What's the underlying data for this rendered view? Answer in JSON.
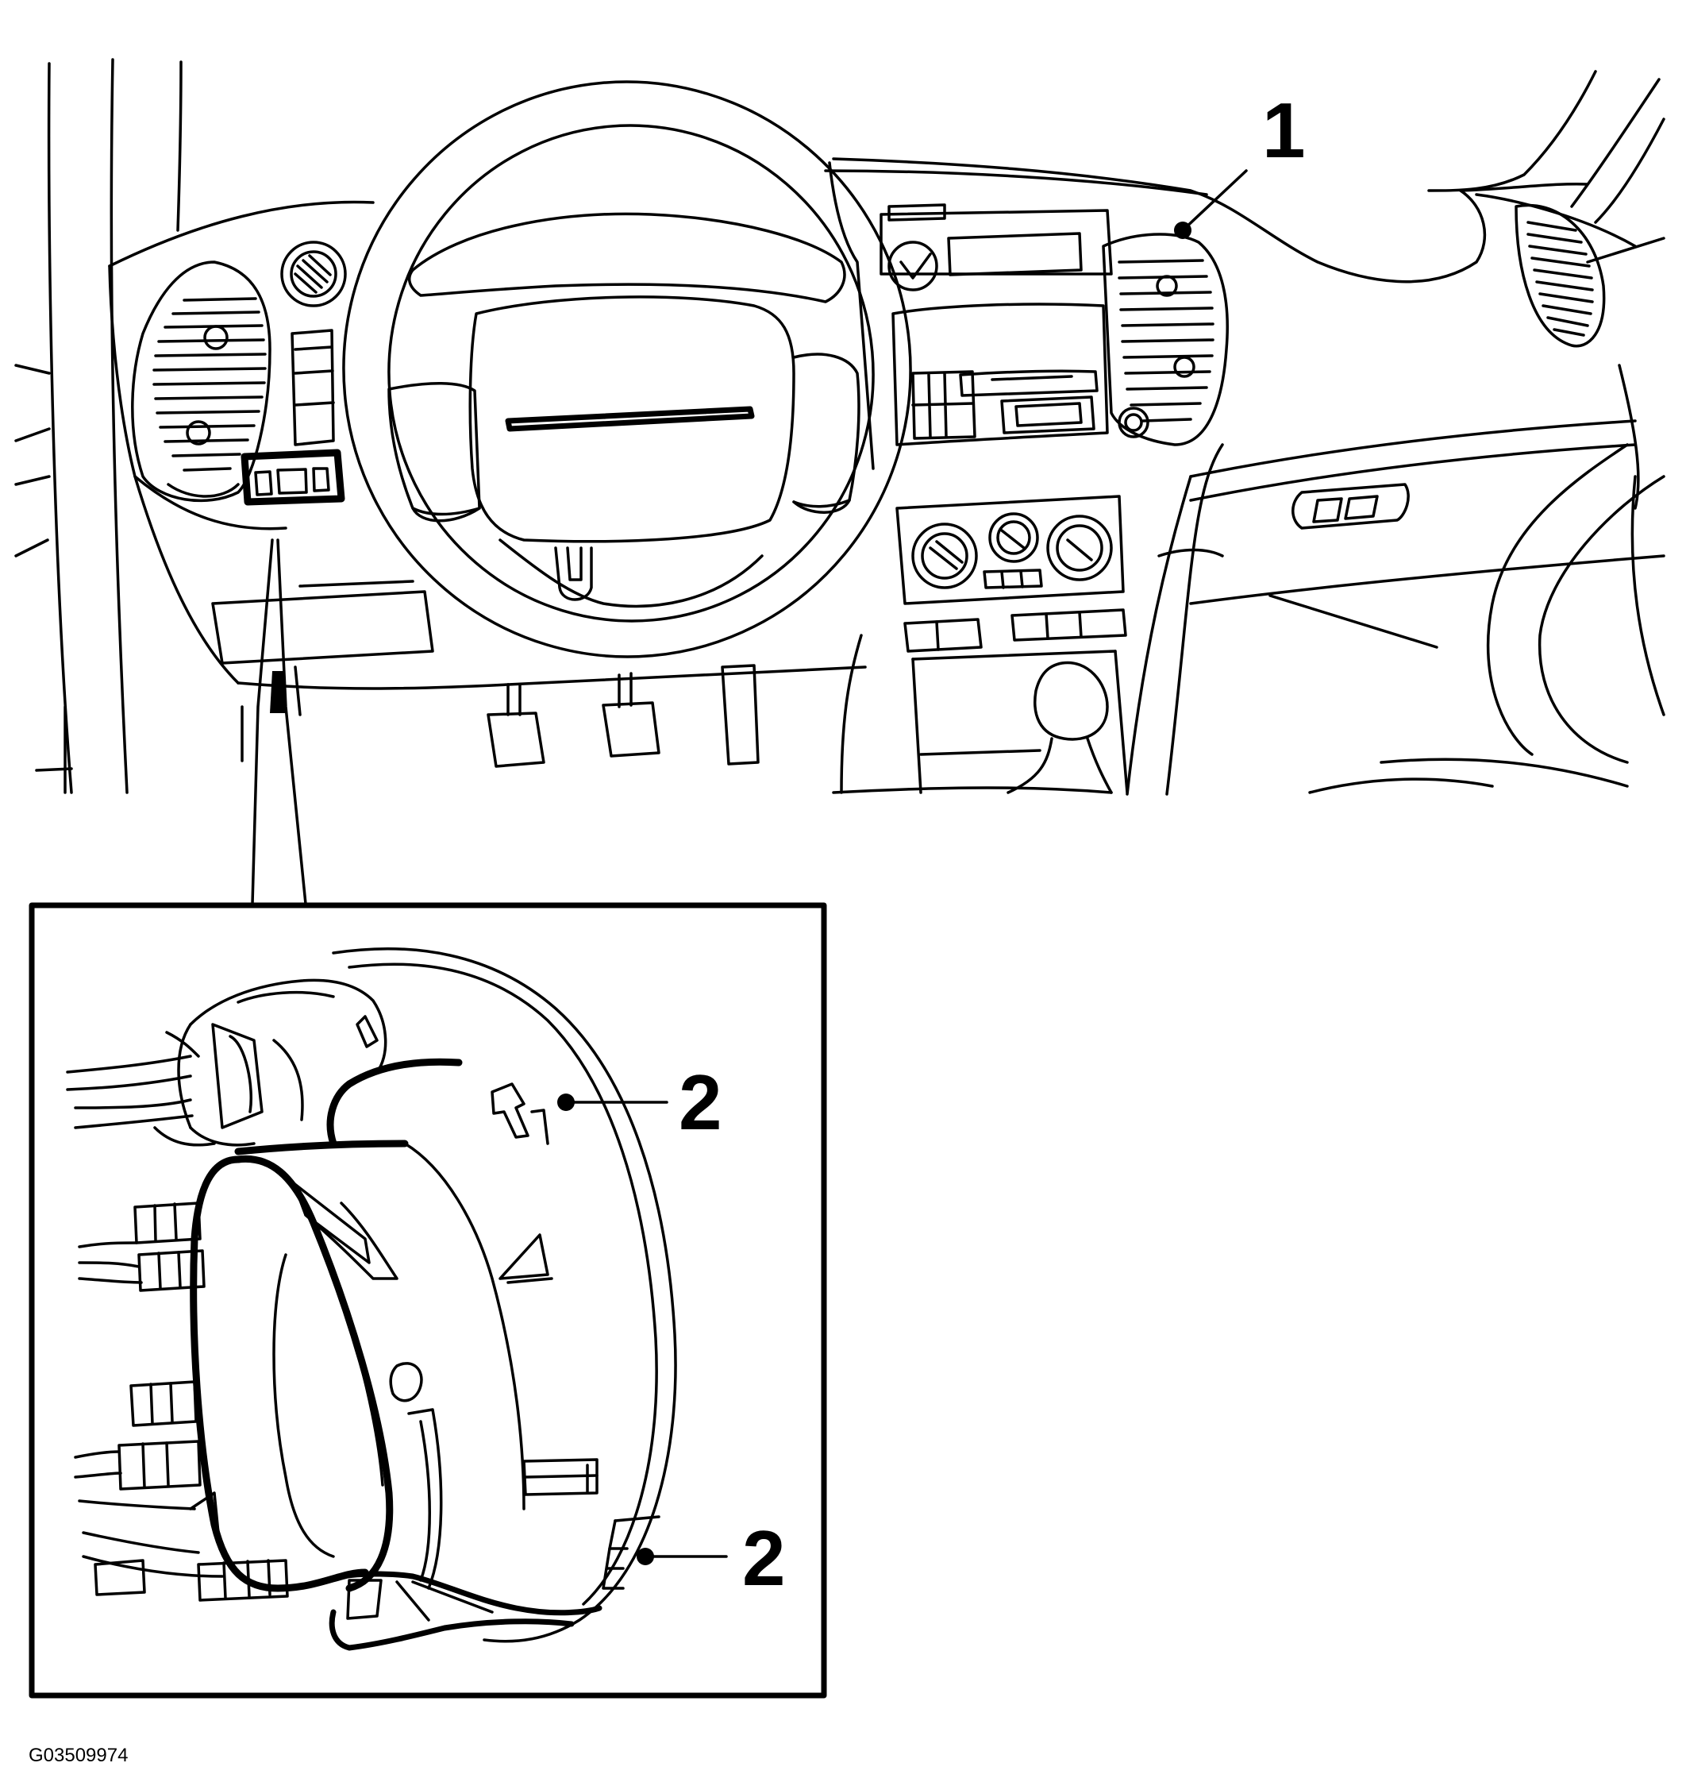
{
  "callouts": {
    "c1": "1",
    "c2_upper": "2",
    "c2_lower": "2"
  },
  "figure_code": "G03509974",
  "colors": {
    "line": "#000000",
    "background": "#ffffff"
  }
}
